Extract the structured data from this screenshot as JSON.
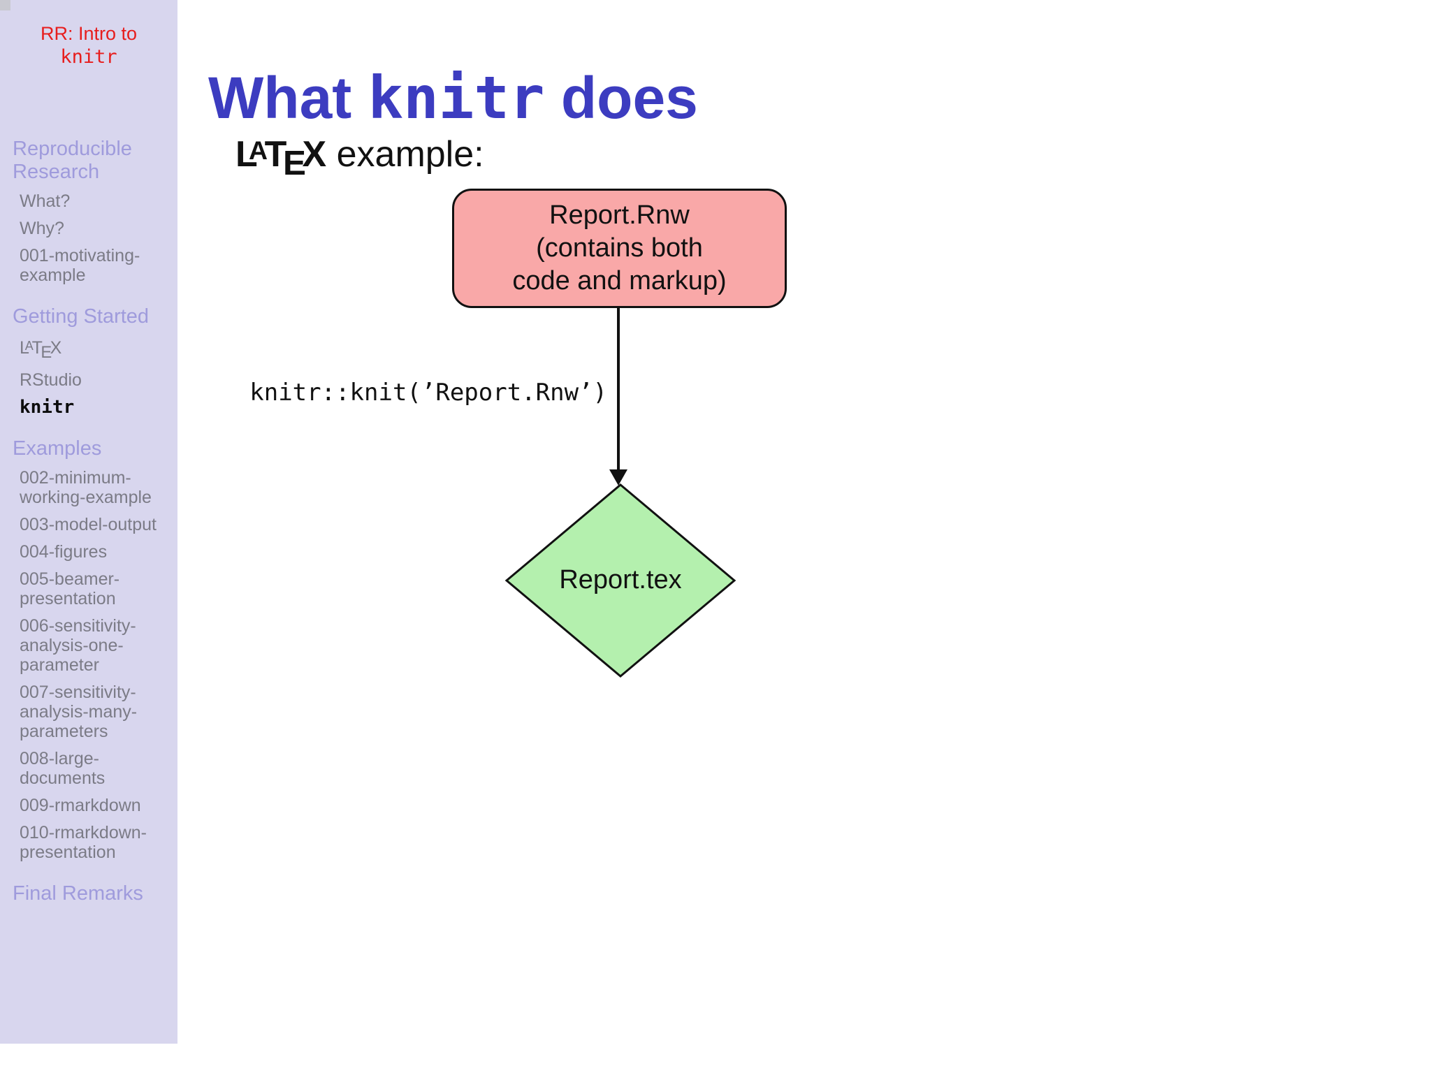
{
  "colors": {
    "sidebar-bg": "#d8d6ee",
    "title-blue": "#3c3cc0",
    "sidebar-red": "#e71d1d",
    "section-purple": "#9f9bdc",
    "item-gray": "#7b7b86",
    "box-pink": "#f9a8a8",
    "diamond-green": "#b4f0ae",
    "ink": "#111111"
  },
  "sidebar": {
    "title_line1": "RR: Intro to",
    "title_line2": "knitr",
    "sections": [
      {
        "label": "Reproducible Research",
        "items": [
          {
            "label": "What?"
          },
          {
            "label": "Why?"
          },
          {
            "label": "001-motivating-example"
          }
        ]
      },
      {
        "label": "Getting Started",
        "items": [
          {
            "label": "LaTeX",
            "latex_logo": true
          },
          {
            "label": "RStudio"
          },
          {
            "label": "knitr",
            "current": true
          }
        ]
      },
      {
        "label": "Examples",
        "items": [
          {
            "label": "002-minimum-working-example"
          },
          {
            "label": "003-model-output"
          },
          {
            "label": "004-figures"
          },
          {
            "label": "005-beamer-presentation"
          },
          {
            "label": "006-sensitivity-analysis-one-parameter"
          },
          {
            "label": "007-sensitivity-analysis-many-parameters"
          },
          {
            "label": "008-large-documents"
          },
          {
            "label": "009-rmarkdown"
          },
          {
            "label": "010-rmarkdown-presentation"
          }
        ]
      },
      {
        "label": "Final Remarks",
        "items": []
      }
    ]
  },
  "main": {
    "title": {
      "prefix": "What ",
      "mono": "knitr",
      "suffix": " does"
    },
    "subtitle": {
      "latex": "LaTeX",
      "text": " example:"
    },
    "diagram": {
      "rnw_box": {
        "lines": [
          "Report.Rnw",
          "(contains both",
          "code and markup)"
        ]
      },
      "arrow_label": "knitr::knit(’Report.Rnw’)",
      "tex_diamond": {
        "label": "Report.tex"
      }
    }
  }
}
